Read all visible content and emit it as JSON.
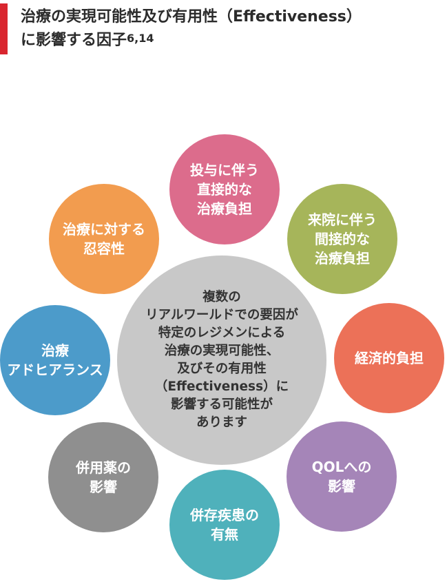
{
  "title": {
    "line1": "治療の実現可能性及び有用性（Effectiveness）",
    "line2": "に影響する因子",
    "reference": "6,14"
  },
  "center": {
    "lines": [
      "複数の",
      "リアルワールドでの要因が",
      "特定のレジメンによる",
      "治療の実現可能性、",
      "及びその有用性",
      "（Effectiveness）に",
      "影響する可能性が",
      "あります"
    ],
    "color": "#c8c8c8"
  },
  "factors": [
    {
      "lines": [
        "投与に伴う",
        "直接的な",
        "治療負担"
      ],
      "color": "#dc6c8c"
    },
    {
      "lines": [
        "来院に伴う",
        "間接的な",
        "治療負担"
      ],
      "color": "#a6b55a"
    },
    {
      "lines": [
        "経済的負担"
      ],
      "color": "#ec7158"
    },
    {
      "lines": [
        "QOLへの",
        "影響"
      ],
      "color": "#a585b8"
    },
    {
      "lines": [
        "併存疾患の",
        "有無"
      ],
      "color": "#4fb1bb"
    },
    {
      "lines": [
        "併用薬の",
        "影響"
      ],
      "color": "#8f8f8f"
    },
    {
      "lines": [
        "治療",
        "アドヒアランス"
      ],
      "color": "#4c9bca"
    },
    {
      "lines": [
        "治療に対する",
        "忍容性"
      ],
      "color": "#f29c4f"
    }
  ]
}
